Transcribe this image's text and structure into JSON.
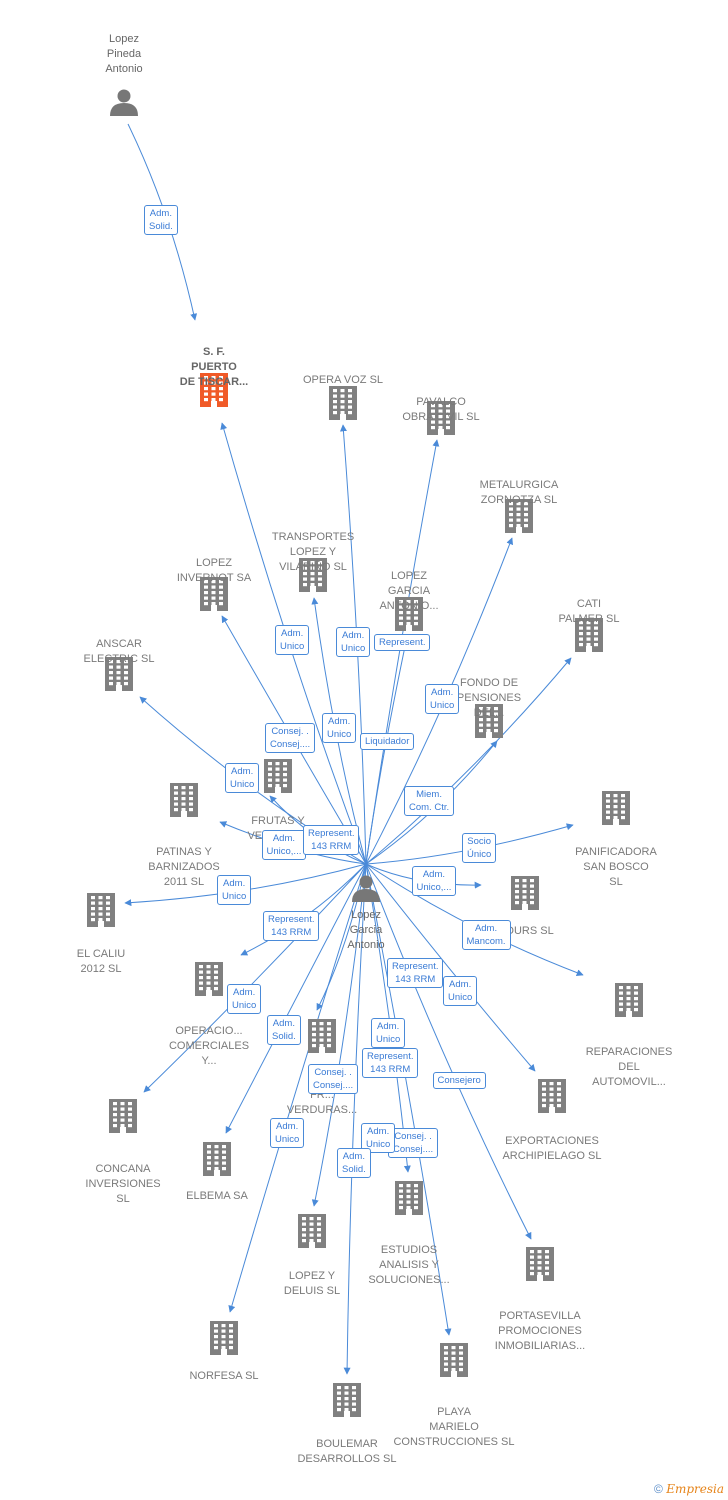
{
  "colors": {
    "edge": "#4a8ad8",
    "building": "#808080",
    "building_highlight": "#f05a28",
    "person": "#777777"
  },
  "center": {
    "name": "Lopez\nGarcia\nAntonio"
  },
  "top_person": {
    "name": "Lopez\nPineda\nAntonio",
    "relation": "Adm.\nSolid."
  },
  "companies": [
    {
      "id": "sf_puerto",
      "name": "S.  F.\nPUERTO\nDE TISCAR...",
      "highlight": true
    },
    {
      "id": "opera_voz",
      "name": "OPERA VOZ SL"
    },
    {
      "id": "pavalco",
      "name": "PAVALCO\nOBRA CIVIL  SL"
    },
    {
      "id": "metalurgica",
      "name": "METALURGICA\nZORNOTZA SL"
    },
    {
      "id": "transportes",
      "name": "TRANSPORTES\nLOPEZ Y\nVILARIÑO  SL"
    },
    {
      "id": "lopez_invernot",
      "name": "LOPEZ\nINVERNOT SA"
    },
    {
      "id": "lopez_garcia",
      "name": "LOPEZ\nGARCIA\nANTONIO..."
    },
    {
      "id": "cati_palmer",
      "name": "CATI\nPALMER SL"
    },
    {
      "id": "anscar",
      "name": "ANSCAR\nELECTRIC SL"
    },
    {
      "id": "fondo",
      "name": "FONDO DE\nPENSIONES\nDEL..."
    },
    {
      "id": "frutas1",
      "name": "FRUTAS Y\nVERDURAS\nAN..."
    },
    {
      "id": "patinas",
      "name": "PATINAS Y\nBARNIZADOS\n2011 SL"
    },
    {
      "id": "panificadora",
      "name": "PANIFICADORA\nSAN BOSCO\nSL"
    },
    {
      "id": "el_caliu",
      "name": "EL CALIU\n2012 SL"
    },
    {
      "id": "tours",
      "name": "...OURS SL"
    },
    {
      "id": "operaciones",
      "name": "OPERACIO...\nCOMERCIALES\nY..."
    },
    {
      "id": "reparaciones",
      "name": "REPARACIONES\nDEL\nAUTOMOVIL..."
    },
    {
      "id": "frutas2",
      "name": "FR...\nVERDURAS..."
    },
    {
      "id": "concana",
      "name": "CONCANA\nINVERSIONES\nSL"
    },
    {
      "id": "exportaciones",
      "name": "EXPORTACIONES\nARCHIPIELAGO SL"
    },
    {
      "id": "elbema",
      "name": "ELBEMA SA"
    },
    {
      "id": "estudios",
      "name": "ESTUDIOS\nANALISIS Y\nSOLUCIONES..."
    },
    {
      "id": "portasevilla",
      "name": "PORTASEVILLA\nPROMOCIONES\nINMOBILIARIAS..."
    },
    {
      "id": "lopez_deluis",
      "name": "LOPEZ Y\nDELUIS SL"
    },
    {
      "id": "norfesa",
      "name": "NORFESA SL"
    },
    {
      "id": "playa_marielo",
      "name": "PLAYA\nMARIELO\nCONSTRUCCIONES SL"
    },
    {
      "id": "boulemar",
      "name": "BOULEMAR\nDESARROLLOS SL"
    }
  ],
  "edge_labels": [
    "Adm.\nSolid.",
    "Adm.\nUnico",
    "Represent.",
    "Adm.\nUnico",
    "Consej. .\nConsej....",
    "Adm.\nUnico",
    "Liquidador",
    "Adm.\nUnico",
    "Adm.\nUnico",
    "Miem.\nCom. Ctr.",
    "Adm.\nUnico,...",
    "Represent.\n143 RRM",
    "Socio\nÚnico",
    "Adm.\nUnico",
    "Adm.\nUnico,...",
    "Represent.\n143 RRM",
    "Adm.\nMancom.",
    "Represent.\n143 RRM",
    "Adm.\nUnico",
    "Adm.\nUnico",
    "Adm.\nSolid.",
    "Adm.\nUnico",
    "Consej. .\nConsej....",
    "Represent.\n143 RRM",
    "Consejero",
    "Adm.\nUnico",
    "Consej. .\nConsej....",
    "Adm.\nUnico",
    "Adm.\nSolid."
  ],
  "footer": {
    "copyright": "©",
    "brand": "Empresia"
  }
}
